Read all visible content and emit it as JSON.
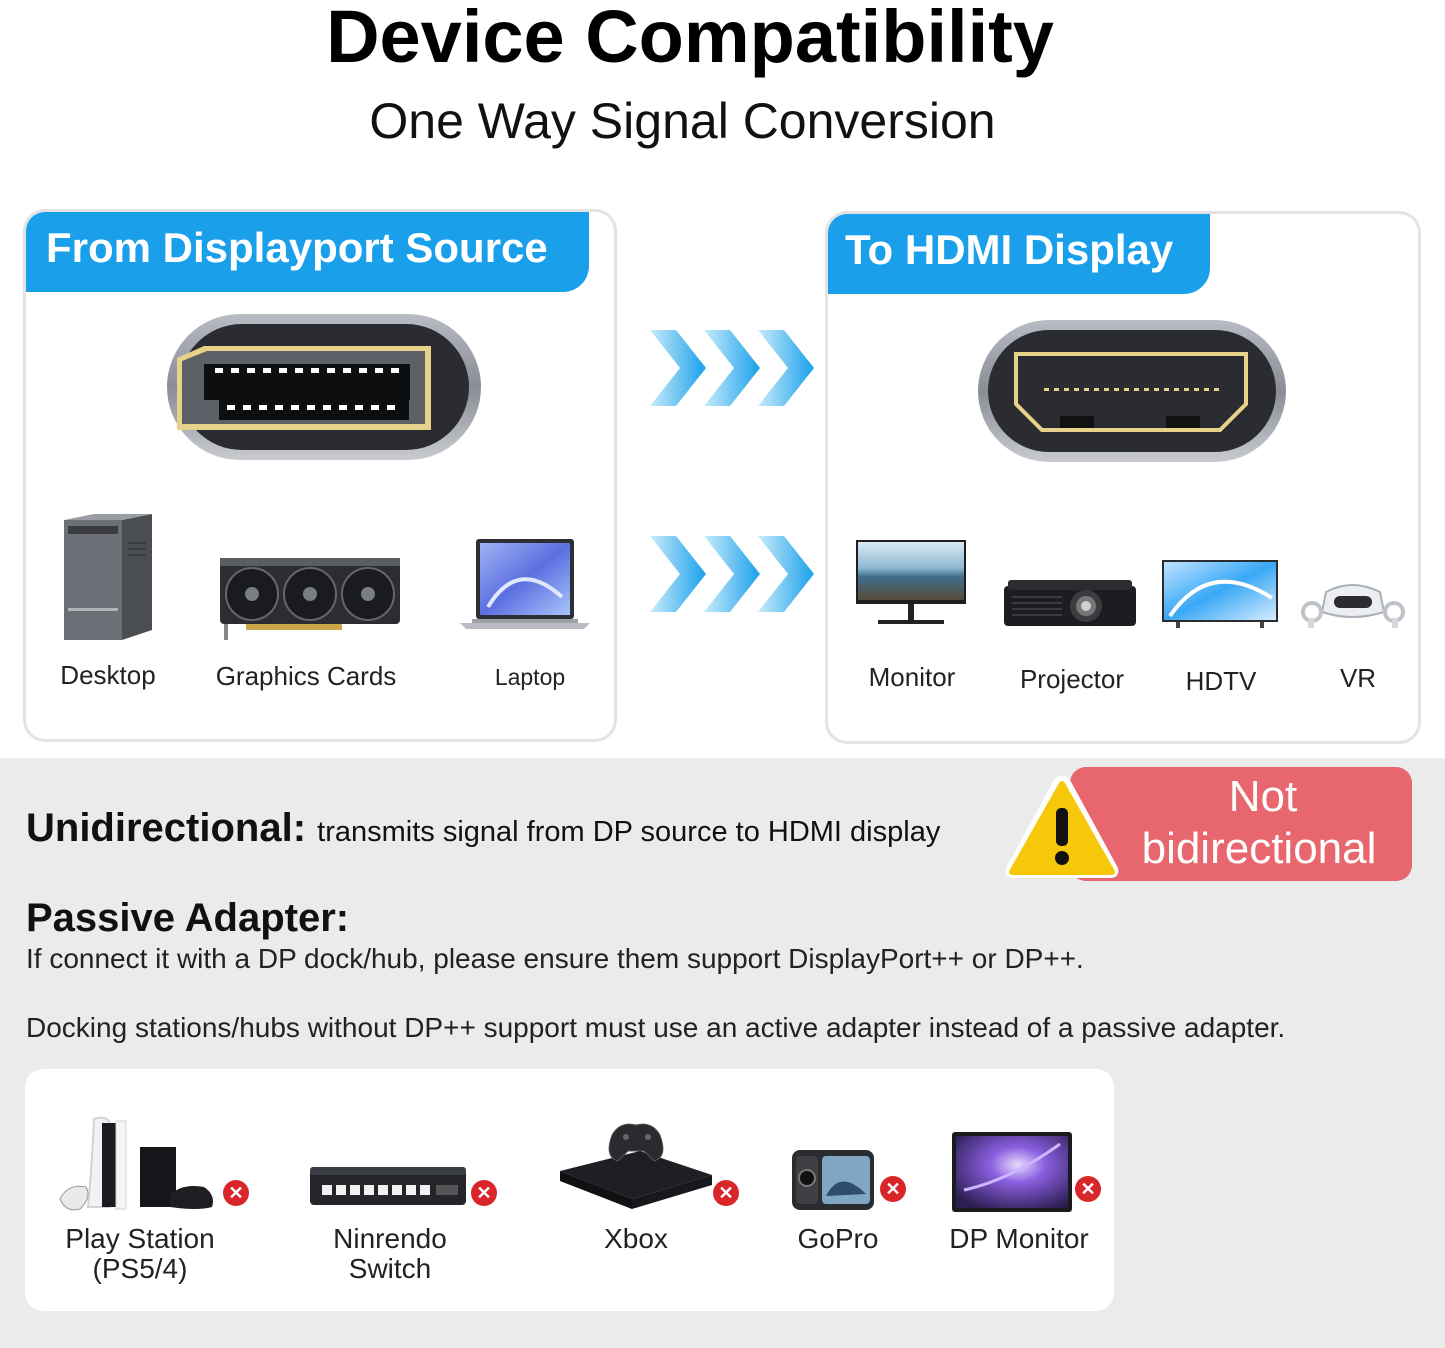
{
  "header": {
    "title": "Device Compatibility",
    "subtitle": "One Way Signal Conversion"
  },
  "source_panel": {
    "heading": "From Displayport Source",
    "devices": [
      "Desktop",
      "Graphics Cards",
      "Laptop"
    ]
  },
  "display_panel": {
    "heading": "To HDMI Display",
    "devices": [
      "Monitor",
      "Projector",
      "HDTV",
      "VR"
    ]
  },
  "unidirectional": {
    "label": "Unidirectional:",
    "description": "transmits signal from DP source to HDMI display"
  },
  "warning_badge": {
    "line1": "Not",
    "line2": "bidirectional",
    "icon": "warning-triangle-icon"
  },
  "passive": {
    "heading": "Passive Adapter:",
    "line1": "If connect it with a DP dock/hub, please ensure them support DisplayPort++ or DP++.",
    "line2": "Docking stations/hubs without DP++ support must use an active adapter instead of a passive adapter."
  },
  "incompatible": {
    "devices": [
      {
        "line1": "Play Station",
        "line2": "(PS5/4)"
      },
      {
        "line1": "Ninrendo",
        "line2": "Switch"
      },
      {
        "line1": "Xbox",
        "line2": ""
      },
      {
        "line1": "GoPro",
        "line2": ""
      },
      {
        "line1": "DP Monitor",
        "line2": ""
      }
    ],
    "mark": "✕"
  },
  "colors": {
    "accent_blue": "#1aa0ea",
    "badge_red": "#e8676e",
    "warning_yellow": "#f7c70a",
    "x_red": "#d9262b"
  }
}
